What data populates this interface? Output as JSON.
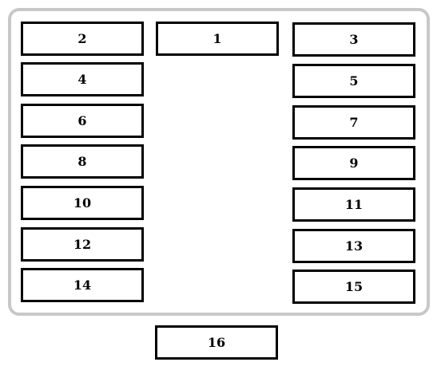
{
  "fuses": [
    {
      "id": "fuse-2",
      "label": "2"
    },
    {
      "id": "fuse-1",
      "label": "1"
    },
    {
      "id": "fuse-3",
      "label": "3"
    },
    {
      "id": "fuse-4",
      "label": "4"
    },
    {
      "id": "fuse-5",
      "label": "5"
    },
    {
      "id": "fuse-6",
      "label": "6"
    },
    {
      "id": "fuse-7",
      "label": "7"
    },
    {
      "id": "fuse-8",
      "label": "8"
    },
    {
      "id": "fuse-9",
      "label": "9"
    },
    {
      "id": "fuse-10",
      "label": "10"
    },
    {
      "id": "fuse-11",
      "label": "11"
    },
    {
      "id": "fuse-12",
      "label": "12"
    },
    {
      "id": "fuse-13",
      "label": "13"
    },
    {
      "id": "fuse-14",
      "label": "14"
    },
    {
      "id": "fuse-15",
      "label": "15"
    },
    {
      "id": "fuse-16",
      "label": "16"
    }
  ],
  "colors": {
    "panel_border": "#c8c8c8",
    "slot_border": "#000000",
    "background": "#ffffff"
  }
}
